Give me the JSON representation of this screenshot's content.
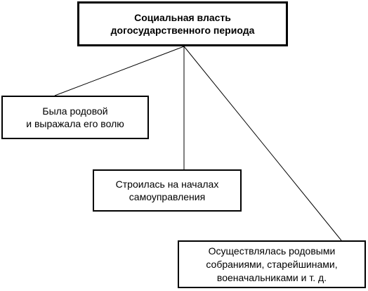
{
  "diagram": {
    "root": {
      "label": "Социальная власть\nдогосударственного периода"
    },
    "children": [
      {
        "label": "Была родовой\nи выражала его волю"
      },
      {
        "label": "Строилась на началах\nсамоуправления"
      },
      {
        "label": "Осуществлялась родовыми\nсобраниями, старейшинами,\nвоеначальниками и т. д."
      }
    ]
  }
}
